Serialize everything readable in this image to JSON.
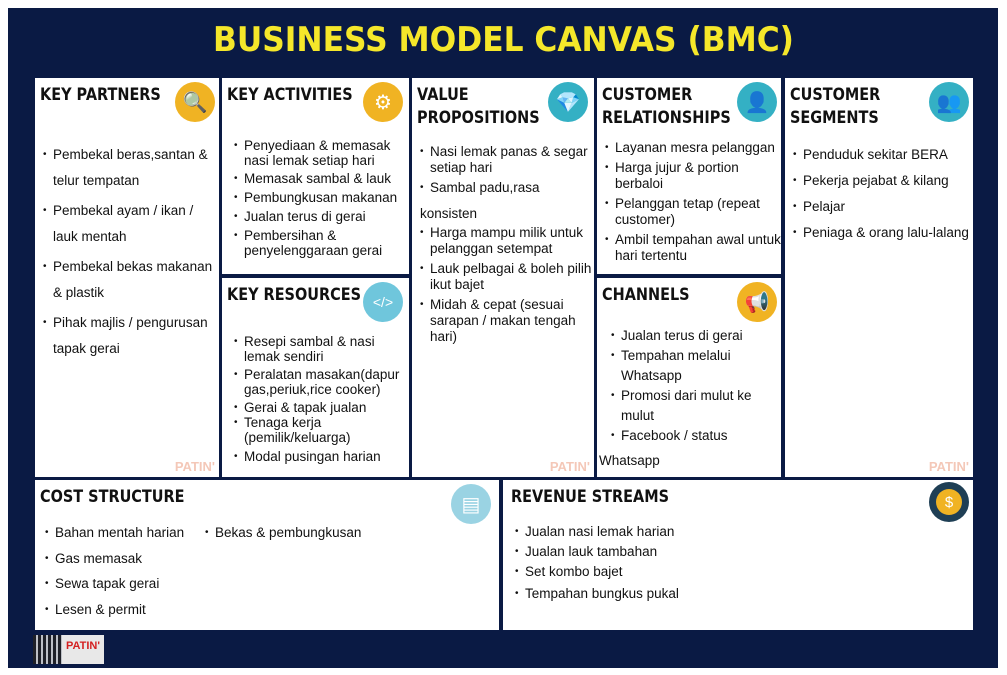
{
  "title": "BUSINESS MODEL CANVAS (BMC)",
  "watermark": "PATIN'",
  "key_partners": {
    "title": "KEY PARTNERS",
    "icon": "magnifier-icon",
    "items": [
      "Pembekal beras,santan & telur tempatan",
      "Pembekal ayam / ikan / lauk mentah",
      "Pembekal bekas makanan & plastik",
      "Pihak majlis / pengurusan tapak gerai"
    ]
  },
  "key_activities": {
    "title": "KEY ACTIVITIES",
    "icon": "gears-icon",
    "items": [
      "Penyediaan & memasak nasi lemak setiap hari",
      "Memasak sambal & lauk",
      "Pembungkusan makanan",
      "Jualan terus di gerai",
      "Pembersihan & penyelenggaraan gerai"
    ]
  },
  "key_resources": {
    "title": "KEY RESOURCES",
    "icon": "monitor-icon",
    "items": [
      "Resepi sambal & nasi lemak sendiri",
      "Peralatan masakan(dapur gas,periuk,rice cooker)",
      "Gerai & tapak jualan",
      "Tenaga kerja (pemilik/keluarga)",
      "Modal pusingan harian"
    ]
  },
  "value_propositions": {
    "title": "VALUE PROPOSITIONS",
    "icon": "diamond-icon",
    "items": [
      "Nasi lemak panas & segar setiap hari",
      "Sambal padu,rasa",
      "konsisten",
      "Harga mampu milik untuk pelanggan setempat",
      "Lauk pelbagai & boleh pilih ikut bajet",
      "Midah & cepat (sesuai sarapan / makan tengah hari)"
    ]
  },
  "customer_relationships": {
    "title": "CUSTOMER RELATIONSHIPS",
    "icon": "head-icon",
    "items": [
      "Layanan mesra pelanggan",
      "Harga jujur & portion berbaloi",
      "Pelanggan tetap (repeat customer)",
      "Ambil tempahan awal untuk hari tertentu"
    ]
  },
  "channels": {
    "title": "CHANNELS",
    "icon": "megaphone-icon",
    "items": [
      "Jualan terus di gerai",
      "Tempahan melalui Whatsapp",
      "Promosi dari mulut ke mulut",
      "Facebook / status",
      "Whatsapp"
    ]
  },
  "customer_segments": {
    "title": "CUSTOMER SEGMENTS",
    "icon": "people-icon",
    "items": [
      "Penduduk sekitar BERA",
      "Pekerja pejabat & kilang",
      "Pelajar",
      "Peniaga & orang lalu-lalang"
    ]
  },
  "cost_structure": {
    "title": "COST STRUCTURE",
    "icon": "document-icon",
    "items": [
      "Bahan mentah harian",
      "Gas memasak",
      "Sewa tapak gerai",
      "Lesen & permit",
      "Bekas & pembungkusan"
    ]
  },
  "revenue_streams": {
    "title": "REVENUE STREAMS",
    "icon": "coin-icon",
    "items": [
      "Jualan nasi lemak harian",
      "Jualan lauk tambahan",
      "Set kombo bajet",
      "Tempahan bungkus pukal"
    ]
  },
  "logo": "PATIN'"
}
